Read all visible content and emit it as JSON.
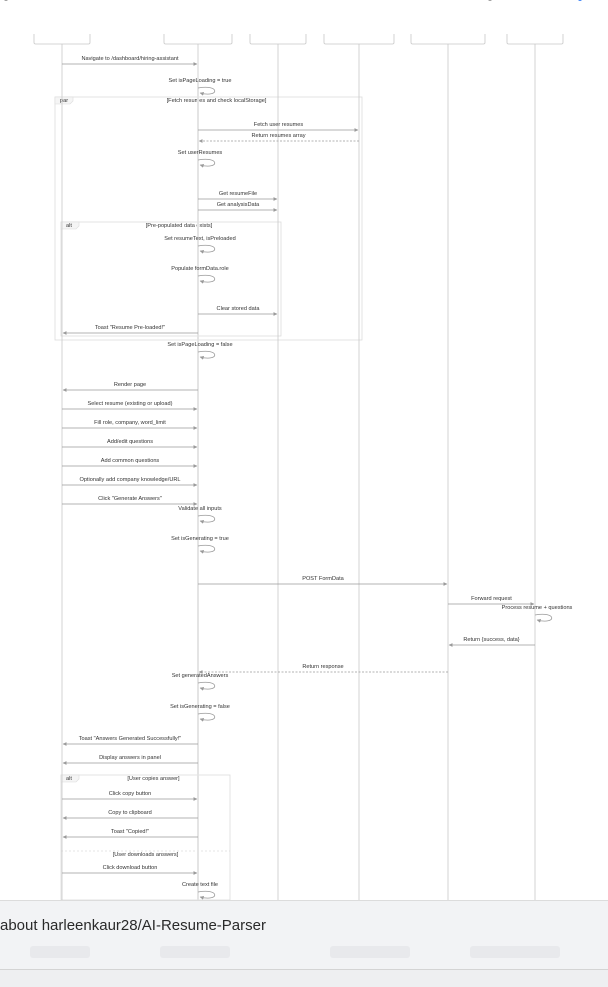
{
  "colors": {
    "lifeline": "#c8c8c8",
    "arrow": "#9a9a9a",
    "text": "#333333",
    "frame": "#dcdcdc",
    "footer_bg": "#f2f3f5"
  },
  "footer": {
    "title": "about harleenkaur28/AI-Resume-Parser"
  },
  "diagram": {
    "messages": [
      {
        "label": "Navigate to /dashboard/hiring-assistant",
        "from": 0,
        "to": 1,
        "dashed": false
      },
      {
        "label": "Set isPageLoading = true",
        "from": 1,
        "to": 1,
        "dashed": false
      },
      {
        "label": "Fetch user resumes",
        "from": 1,
        "to": 3,
        "dashed": false
      },
      {
        "label": "Return resumes array",
        "from": 3,
        "to": 1,
        "dashed": true
      },
      {
        "label": "Set userResumes",
        "from": 1,
        "to": 1,
        "dashed": false
      },
      {
        "label": "Get resumeFile",
        "from": 1,
        "to": 2,
        "dashed": false
      },
      {
        "label": "Get analysisData",
        "from": 1,
        "to": 2,
        "dashed": false
      },
      {
        "label": "Set resumeText, isPreloaded",
        "from": 1,
        "to": 1,
        "dashed": false
      },
      {
        "label": "Populate formData.role",
        "from": 1,
        "to": 1,
        "dashed": false
      },
      {
        "label": "Clear stored data",
        "from": 1,
        "to": 2,
        "dashed": false
      },
      {
        "label": "Toast \"Resume Pre-loaded!\"",
        "from": 1,
        "to": 0,
        "dashed": false
      },
      {
        "label": "Set isPageLoading = false",
        "from": 1,
        "to": 1,
        "dashed": false
      },
      {
        "label": "Render page",
        "from": 1,
        "to": 0,
        "dashed": false
      },
      {
        "label": "Select resume (existing or upload)",
        "from": 0,
        "to": 1,
        "dashed": false
      },
      {
        "label": "Fill role, company, word_limit",
        "from": 0,
        "to": 1,
        "dashed": false
      },
      {
        "label": "Add/edit questions",
        "from": 0,
        "to": 1,
        "dashed": false
      },
      {
        "label": "Add common questions",
        "from": 0,
        "to": 1,
        "dashed": false
      },
      {
        "label": "Optionally add company knowledge/URL",
        "from": 0,
        "to": 1,
        "dashed": false
      },
      {
        "label": "Click \"Generate Answers\"",
        "from": 0,
        "to": 1,
        "dashed": false
      },
      {
        "label": "Validate all inputs",
        "from": 1,
        "to": 1,
        "dashed": false
      },
      {
        "label": "Set isGenerating = true",
        "from": 1,
        "to": 1,
        "dashed": false
      },
      {
        "label": "POST FormData",
        "from": 1,
        "to": 4,
        "dashed": false
      },
      {
        "label": "Forward request",
        "from": 4,
        "to": 5,
        "dashed": false
      },
      {
        "label": "Process resume + questions",
        "from": 5,
        "to": 5,
        "dashed": false
      },
      {
        "label": "Return {success, data}",
        "from": 5,
        "to": 4,
        "dashed": false
      },
      {
        "label": "Return response",
        "from": 4,
        "to": 1,
        "dashed": true
      },
      {
        "label": "Set generatedAnswers",
        "from": 1,
        "to": 1,
        "dashed": false
      },
      {
        "label": "Set isGenerating = false",
        "from": 1,
        "to": 1,
        "dashed": false
      },
      {
        "label": "Toast \"Answers Generated Successfully!\"",
        "from": 1,
        "to": 0,
        "dashed": false
      },
      {
        "label": "Display answers in panel",
        "from": 1,
        "to": 0,
        "dashed": false
      },
      {
        "label": "Click copy button",
        "from": 0,
        "to": 1,
        "dashed": false
      },
      {
        "label": "Copy to clipboard",
        "from": 1,
        "to": 0,
        "dashed": false
      },
      {
        "label": "Toast \"Copied!\"",
        "from": 1,
        "to": 0,
        "dashed": false
      },
      {
        "label": "Click download button",
        "from": 0,
        "to": 1,
        "dashed": false
      },
      {
        "label": "Create text file",
        "from": 1,
        "to": 1,
        "dashed": false
      }
    ],
    "fragments": [
      {
        "keyword": "par",
        "guard": "[Fetch resumes and check localStorage]"
      },
      {
        "keyword": "alt",
        "guard": "[Pre-populated data exists]"
      },
      {
        "keyword": "alt",
        "guard": "[User copies answer]",
        "else_guard": "[User downloads answers]"
      }
    ]
  }
}
